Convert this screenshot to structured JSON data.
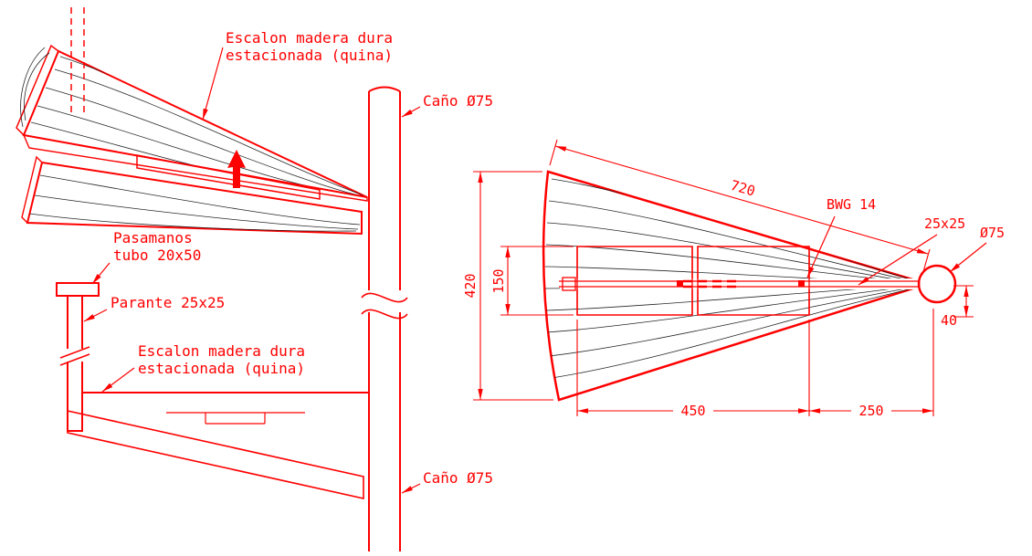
{
  "drawing": {
    "iso_view": {
      "step_label_1": "Escalon madera dura",
      "step_label_2": "estacionada (quina)",
      "pipe_label": "Caño Ø75"
    },
    "section_view": {
      "handrail_label_1": "Pasamanos",
      "handrail_label_2": "tubo 20x50",
      "post_label": "Parante 25x25",
      "step_label_1": "Escalon madera dura",
      "step_label_2": "estacionada (quina)",
      "pipe_label": "Caño Ø75"
    },
    "plan_view": {
      "gauge_label": "BWG 14",
      "bar_label": "25x25",
      "pipe_diameter_label": "Ø75",
      "dim_top_edge": "720",
      "dim_width": "420",
      "dim_plate_width": "150",
      "dim_plate_length": "450",
      "dim_tip_length": "250",
      "dim_offset": "40"
    }
  },
  "colors": {
    "line": "#ff0000",
    "hatch": "#111111",
    "background": "#ffffff"
  }
}
